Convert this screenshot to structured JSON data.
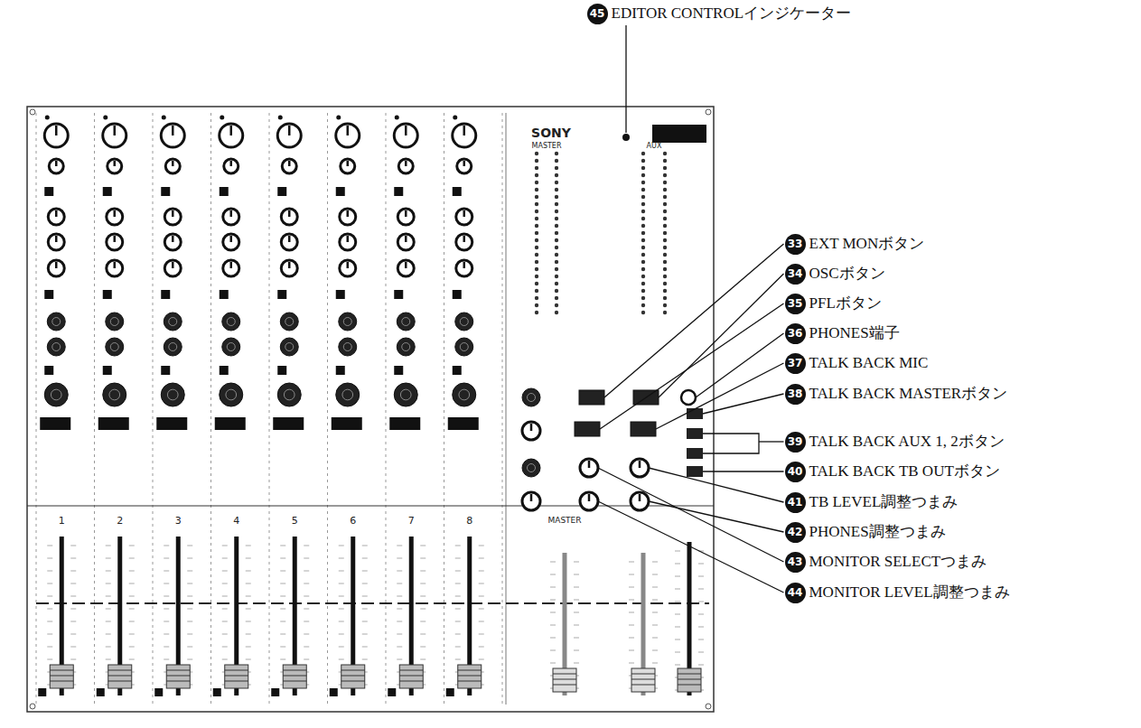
{
  "diagram": {
    "nodes": [
      {
        "text": [
          "45"
        ]
      },
      {
        "text": [
          "33"
        ]
      },
      {
        "text": [
          "34"
        ]
      },
      {
        "text": [
          "35"
        ]
      },
      {
        "text": [
          "36"
        ]
      },
      {
        "text": [
          "37"
        ]
      },
      {
        "text": [
          "38"
        ]
      },
      {
        "text": [
          "39"
        ]
      },
      {
        "text": [
          "40"
        ]
      },
      {
        "text": [
          "41"
        ]
      },
      {
        "text": [
          "42"
        ]
      },
      {
        "text": [
          "43"
        ]
      },
      {
        "text": [
          "44"
        ]
      }
    ],
    "labels": [
      "EDITOR CONTROLインジケーター",
      "EXT MONボタン",
      "OSCボタン",
      "PFLボタン",
      "PHONES端子",
      "TALK BACK MIC",
      "TALK BACK MASTERボタン",
      "TALK BACK AUX 1, 2ボタン",
      "TALK BACK TB OUTボタン",
      "TB LEVEL調整つまみ",
      "PHONES調整つまみ",
      "MONITOR SELECTつまみ",
      "MONITOR LEVEL調整つまみ",
      "SONY",
      "MASTER",
      "AUX",
      "1",
      "2",
      "3",
      "4",
      "5",
      "6",
      "7",
      "8",
      "MASTER"
    ]
  }
}
